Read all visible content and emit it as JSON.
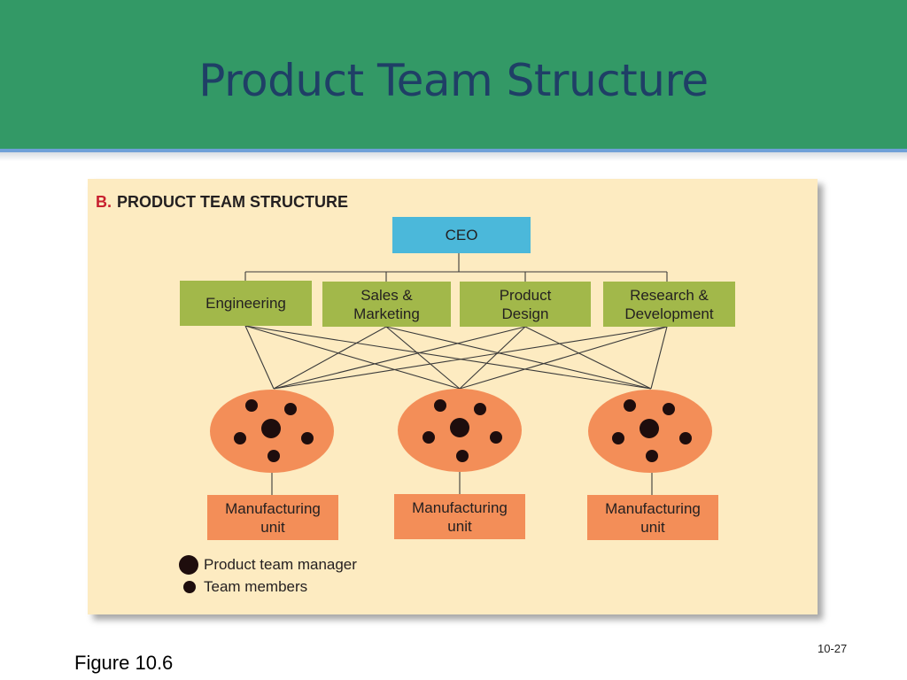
{
  "slide": {
    "title": "Product Team Structure",
    "figure_caption": "Figure 10.6",
    "page_number": "10-27"
  },
  "figure": {
    "label_letter": "B.",
    "label_text": "PRODUCT TEAM STRUCTURE",
    "ceo": "CEO",
    "departments": [
      "Engineering",
      "Sales &\nMarketing",
      "Product\nDesign",
      "Research &\nDevelopment"
    ],
    "manufacturing_units": [
      "Manufacturing\nunit",
      "Manufacturing\nunit",
      "Manufacturing\nunit"
    ],
    "legend": {
      "manager": "Product team manager",
      "members": "Team members"
    }
  },
  "colors": {
    "header": "#339966",
    "title": "#1f3f66",
    "panel": "#fdebc1",
    "ceo_box": "#4bb8da",
    "department_box": "#a2b84a",
    "team_ellipse": "#f38e58",
    "manufacturing_box": "#f38e58",
    "figure_label": "#c8202f"
  }
}
